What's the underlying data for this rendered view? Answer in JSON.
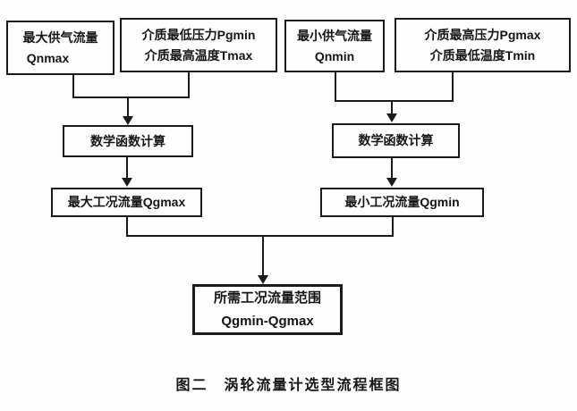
{
  "figure": {
    "caption": "图二　涡轮流量计选型流程框图"
  },
  "nodes": {
    "qnmax": {
      "line1": "最大供气流量",
      "line2": "Qnmax"
    },
    "pgmin_tmax": {
      "line1": "介质最低压力Pgmin",
      "line2": "介质最高温度Tmax"
    },
    "qnmin": {
      "line1": "最小供气流量",
      "line2": "Qnmin"
    },
    "pgmax_tmin": {
      "line1": "介质最高压力Pgmax",
      "line2": "介质最低温度Tmin"
    },
    "calc_left": {
      "line1": "数学函数计算"
    },
    "calc_right": {
      "line1": "数学函数计算"
    },
    "qgmax": {
      "line1": "最大工况流量Qgmax"
    },
    "qgmin": {
      "line1": "最小工况流量Qgmin"
    },
    "result": {
      "line1": "所需工况流量范围",
      "line2": "Qgmin-Qgmax"
    }
  },
  "colors": {
    "line": "#1b1b1b",
    "background": "#fefefe",
    "text": "#151515"
  }
}
